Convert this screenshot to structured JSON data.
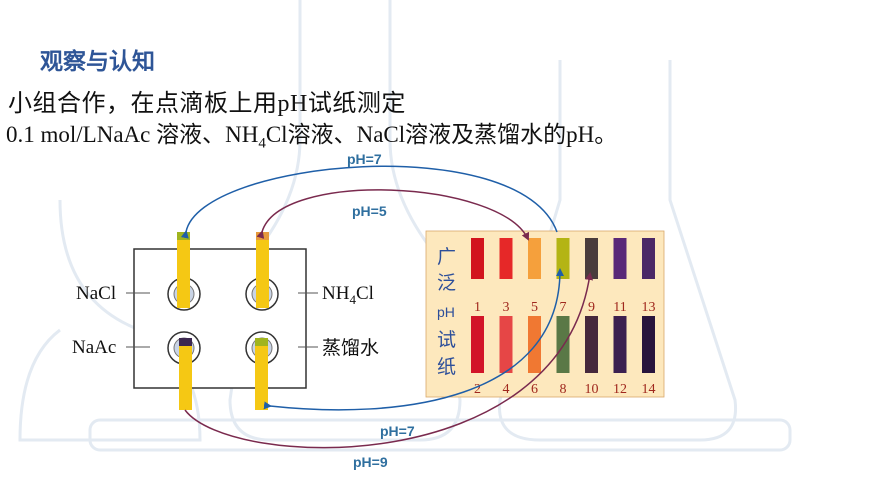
{
  "title": "观察与认知",
  "instruction_line1_pre": "小组合作，在点滴板上用",
  "instruction_line1_latin": "pH",
  "instruction_line1_post": "试纸测定",
  "instruction_line2": {
    "p1": "0.1 mol/LNaAc ",
    "p2": "溶液、",
    "p3": "NH",
    "p3sub": "4",
    "p4": "Cl",
    "p5": "溶液、",
    "p6": "NaCl",
    "p7": "溶液及蒸馏水的",
    "p8": "pH。"
  },
  "plate": {
    "labels": {
      "nacl": "NaCl",
      "nh4": "NH",
      "nh4_sub": "4",
      "nh4_cl": "Cl",
      "naac": "NaAc",
      "water": "蒸馏水"
    }
  },
  "arrows": {
    "top1": "pH=7",
    "top2": "pH=5",
    "bottom1": "pH=7",
    "bottom2": "pH=9"
  },
  "chart": {
    "title_chars": [
      "广",
      "泛"
    ],
    "title_ph": "pH",
    "title_chars2": [
      "试",
      "纸"
    ],
    "top_numbers": [
      "1",
      "3",
      "5",
      "7",
      "9",
      "11",
      "13"
    ],
    "bottom_numbers": [
      "2",
      "4",
      "6",
      "8",
      "10",
      "12",
      "14"
    ],
    "top_colors": [
      "#d2141e",
      "#e62828",
      "#f5a03c",
      "#b4b414",
      "#4a3c3c",
      "#5a2878",
      "#4b2866"
    ],
    "bottom_colors": [
      "#d21428",
      "#e64646",
      "#f07832",
      "#5a7846",
      "#46283c",
      "#3c2050",
      "#28143c"
    ],
    "background": "#fde8bd"
  },
  "strip_colors": {
    "paper": "#f5c814",
    "nacl_tip": "#a0b41e",
    "nh4_tip": "#e69a3c",
    "naac_tip": "#3c2850",
    "water_tip": "#a0b41e"
  }
}
